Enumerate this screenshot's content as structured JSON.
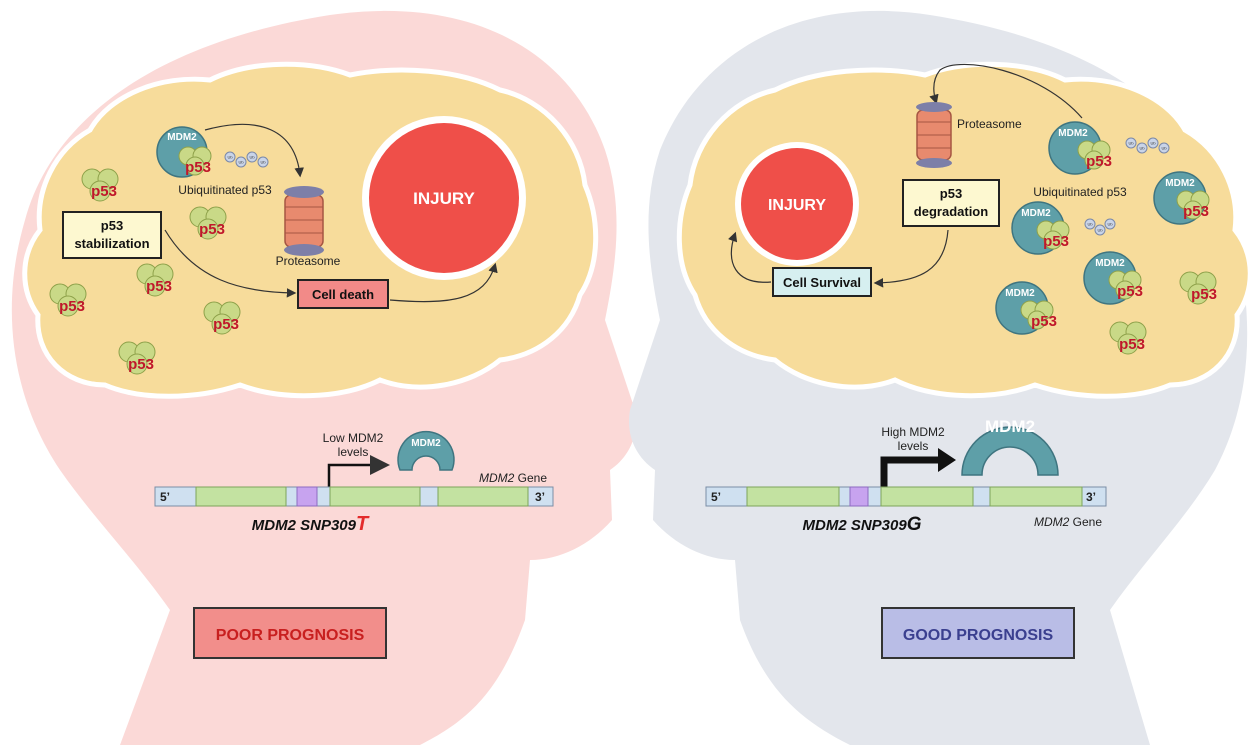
{
  "left": {
    "injury": "INJURY",
    "stabilization": [
      "p53",
      "stabilization"
    ],
    "cell_death": "Cell death",
    "mdm2": "MDM2",
    "p53": "p53",
    "ubiquitinated": "Ubiquitinated p53",
    "proteasome": "Proteasome",
    "ub": "Ub",
    "levels": [
      "Low MDM2",
      "levels"
    ],
    "gene_italic": "MDM2",
    "gene_word": " Gene",
    "five_prime": "5’",
    "three_prime": "3’",
    "snp_prefix": "MDM2 SNP309",
    "snp_allele": "T",
    "prognosis": "POOR PROGNOSIS"
  },
  "right": {
    "injury": "INJURY",
    "degradation": [
      "p53",
      "degradation"
    ],
    "cell_survival": "Cell Survival",
    "mdm2": "MDM2",
    "p53": "p53",
    "ubiquitinated": "Ubiquitinated p53",
    "proteasome": "Proteasome",
    "ub": "Ub",
    "levels": [
      "High MDM2",
      "levels"
    ],
    "gene_italic": "MDM2",
    "gene_word": " Gene",
    "five_prime": "5’",
    "three_prime": "3’",
    "snp_prefix": "MDM2 SNP309",
    "snp_allele": "G",
    "prognosis": "GOOD PROGNOSIS"
  },
  "colors": {
    "left_head": "#fbd9d7",
    "right_head": "#e3e6ec",
    "brain": "#f7dc9b",
    "injury": "#ef4f49",
    "p53_protein": "#c9d987",
    "p53_label": "#c0182b",
    "mdm2_protein": "#5e9fa8",
    "poor_box": "#f28e8b",
    "good_box": "#b9bde6",
    "cell_death_box": "#f28a88",
    "cell_survival_box": "#d6eff0",
    "stabilization_box": "#fdf8d0",
    "gene_green": "#c3e2a1",
    "gene_purple": "#c7a3ef",
    "gene_blue": "#cfe0f0"
  }
}
